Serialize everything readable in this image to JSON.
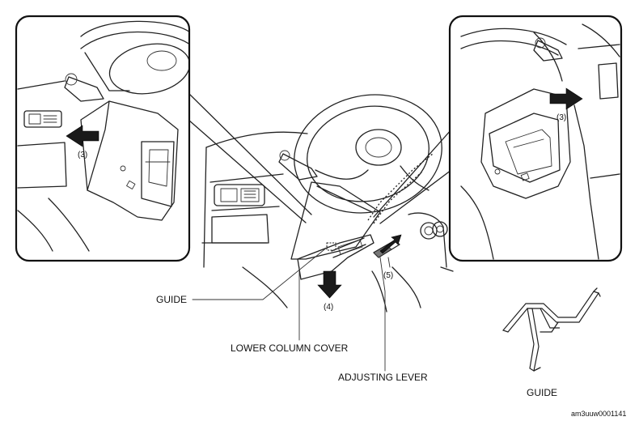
{
  "labels": {
    "guide": "GUIDE",
    "lower_column_cover": "LOWER COLUMN COVER",
    "adjusting_lever": "ADJUSTING LEVER",
    "guide_detail": "GUIDE"
  },
  "callouts": {
    "step3_left": "(3)",
    "step3_right": "(3)",
    "step4": "(4)",
    "step5": "(5)"
  },
  "figure_ref": "am3uuw0001141"
}
